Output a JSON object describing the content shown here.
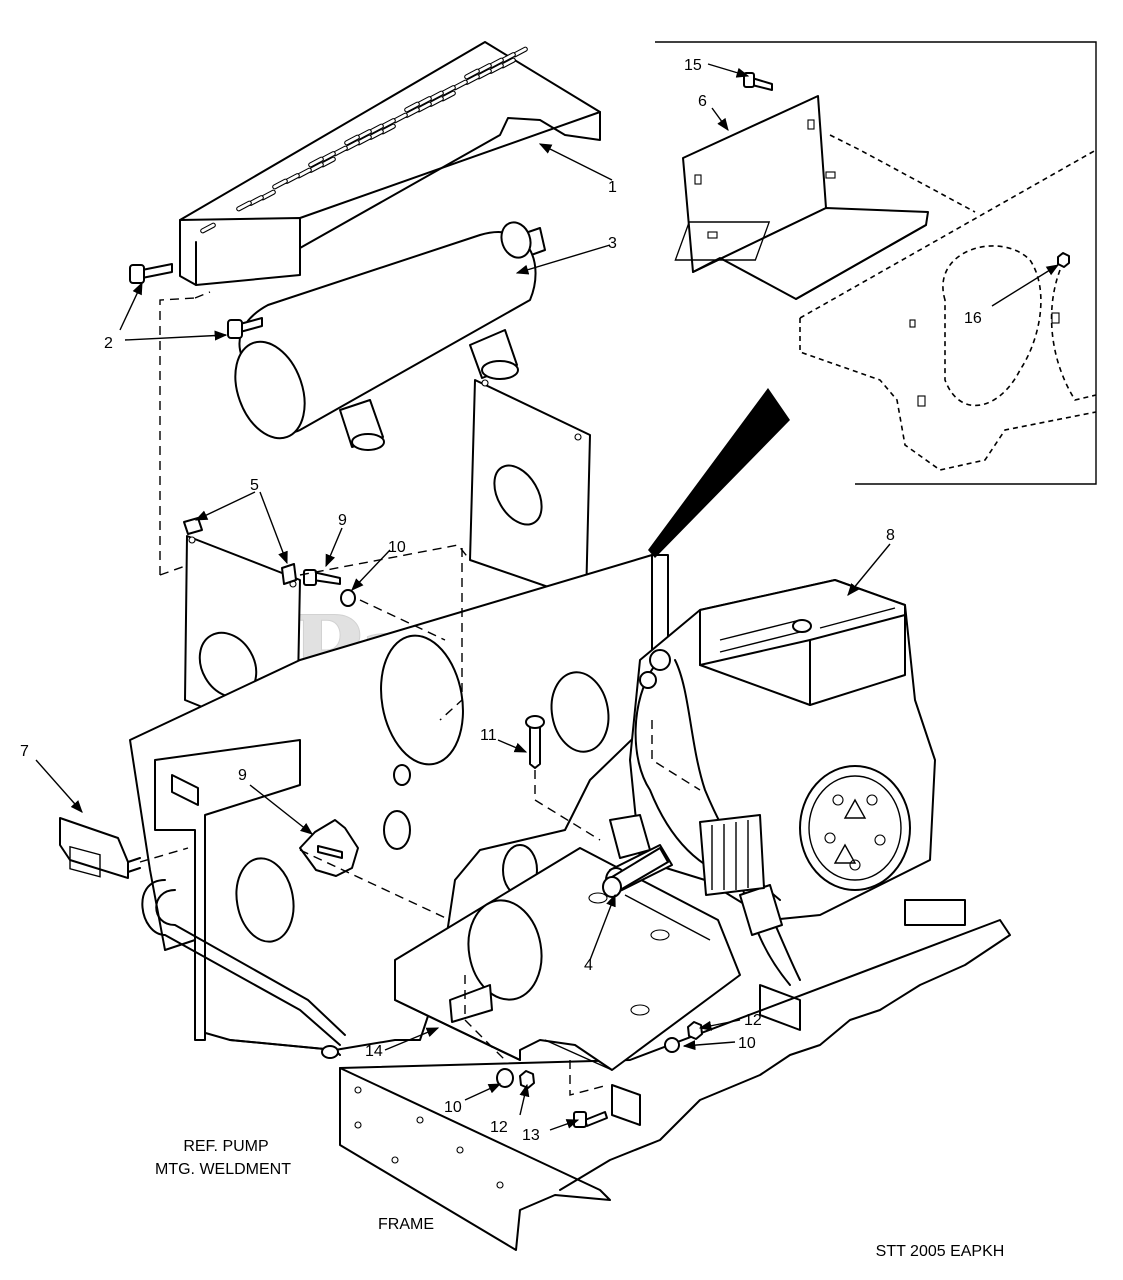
{
  "watermark": "PartsTree",
  "callouts": {
    "c1": "1",
    "c2": "2",
    "c3": "3",
    "c4": "4",
    "c5": "5",
    "c6": "6",
    "c7": "7",
    "c8": "8",
    "c9a": "9",
    "c9b": "9",
    "c10a": "10",
    "c10b": "10",
    "c10c": "10",
    "c11": "11",
    "c12a": "12",
    "c12b": "12",
    "c13": "13",
    "c14": "14",
    "c15": "15",
    "c16": "16"
  },
  "labels": {
    "ref_pump_line1": "REF. PUMP",
    "ref_pump_line2": "MTG. WELDMENT",
    "frame": "FRAME",
    "drawing_code": "STT 2005 EAPKH"
  }
}
